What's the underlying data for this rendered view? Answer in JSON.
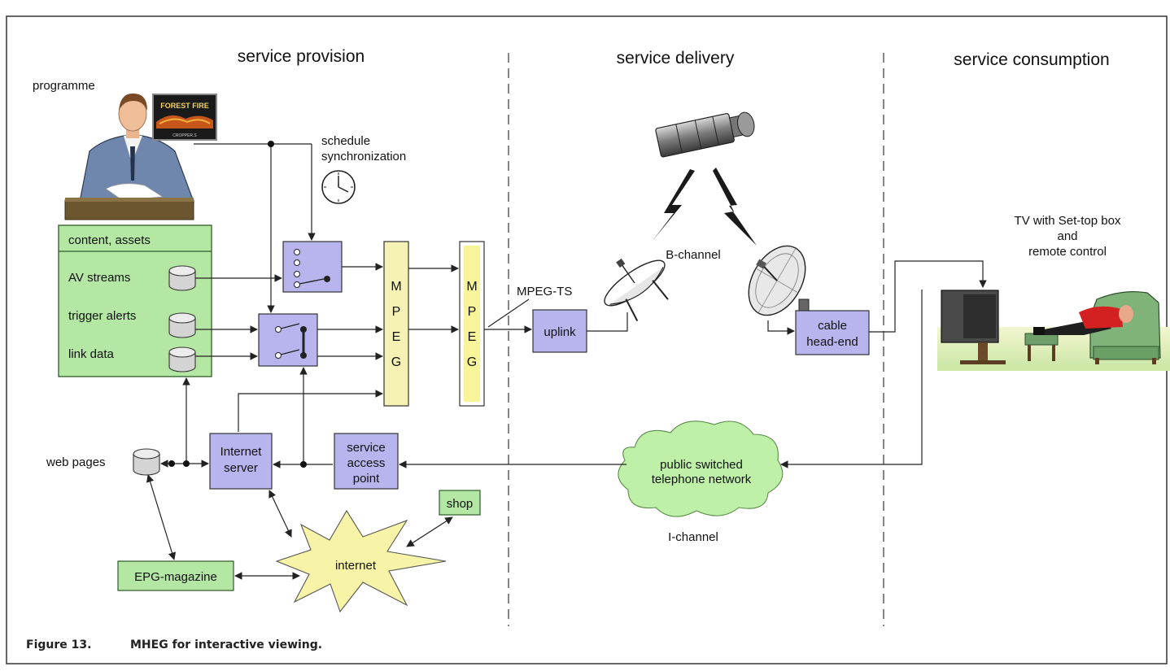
{
  "sections": {
    "provision": "service provision",
    "delivery": "service delivery",
    "consumption": "service consumption"
  },
  "labels": {
    "programme": "programme",
    "schedule_line1": "schedule",
    "schedule_line2": "synchronization",
    "b_channel": "B-channel",
    "i_channel": "I-channel",
    "mpeg_ts": "MPEG-TS",
    "web_pages": "web pages",
    "tv_line1": "TV with Set-top box",
    "tv_line2": "and",
    "tv_line3": "remote control"
  },
  "screen_text": {
    "title": "FOREST FIRE",
    "credit": "CROPPER.S"
  },
  "content_panel": {
    "header": "content, assets",
    "items": [
      "AV streams",
      "trigger alerts",
      "link data"
    ]
  },
  "mpeg_letters": [
    "M",
    "P",
    "E",
    "G"
  ],
  "boxes": {
    "uplink": "uplink",
    "cable_line1": "cable",
    "cable_line2": "head-end",
    "internet_server_line1": "Internet",
    "internet_server_line2": "server",
    "sap_line1": "service",
    "sap_line2": "access",
    "sap_line3": "point",
    "shop": "shop",
    "epg": "EPG-magazine",
    "internet": "internet",
    "pstn_line1": "public switched",
    "pstn_line2": "telephone network"
  },
  "caption": {
    "number": "Figure 13.",
    "text": "MHEG for interactive viewing."
  },
  "colors": {
    "box_fill": "#b7b4ee",
    "green_fill": "#b3e7a3",
    "mpeg_fill": "#f5f2b3",
    "cloud_fill": "#bff0a8",
    "star_fill": "#f7f4a8"
  }
}
